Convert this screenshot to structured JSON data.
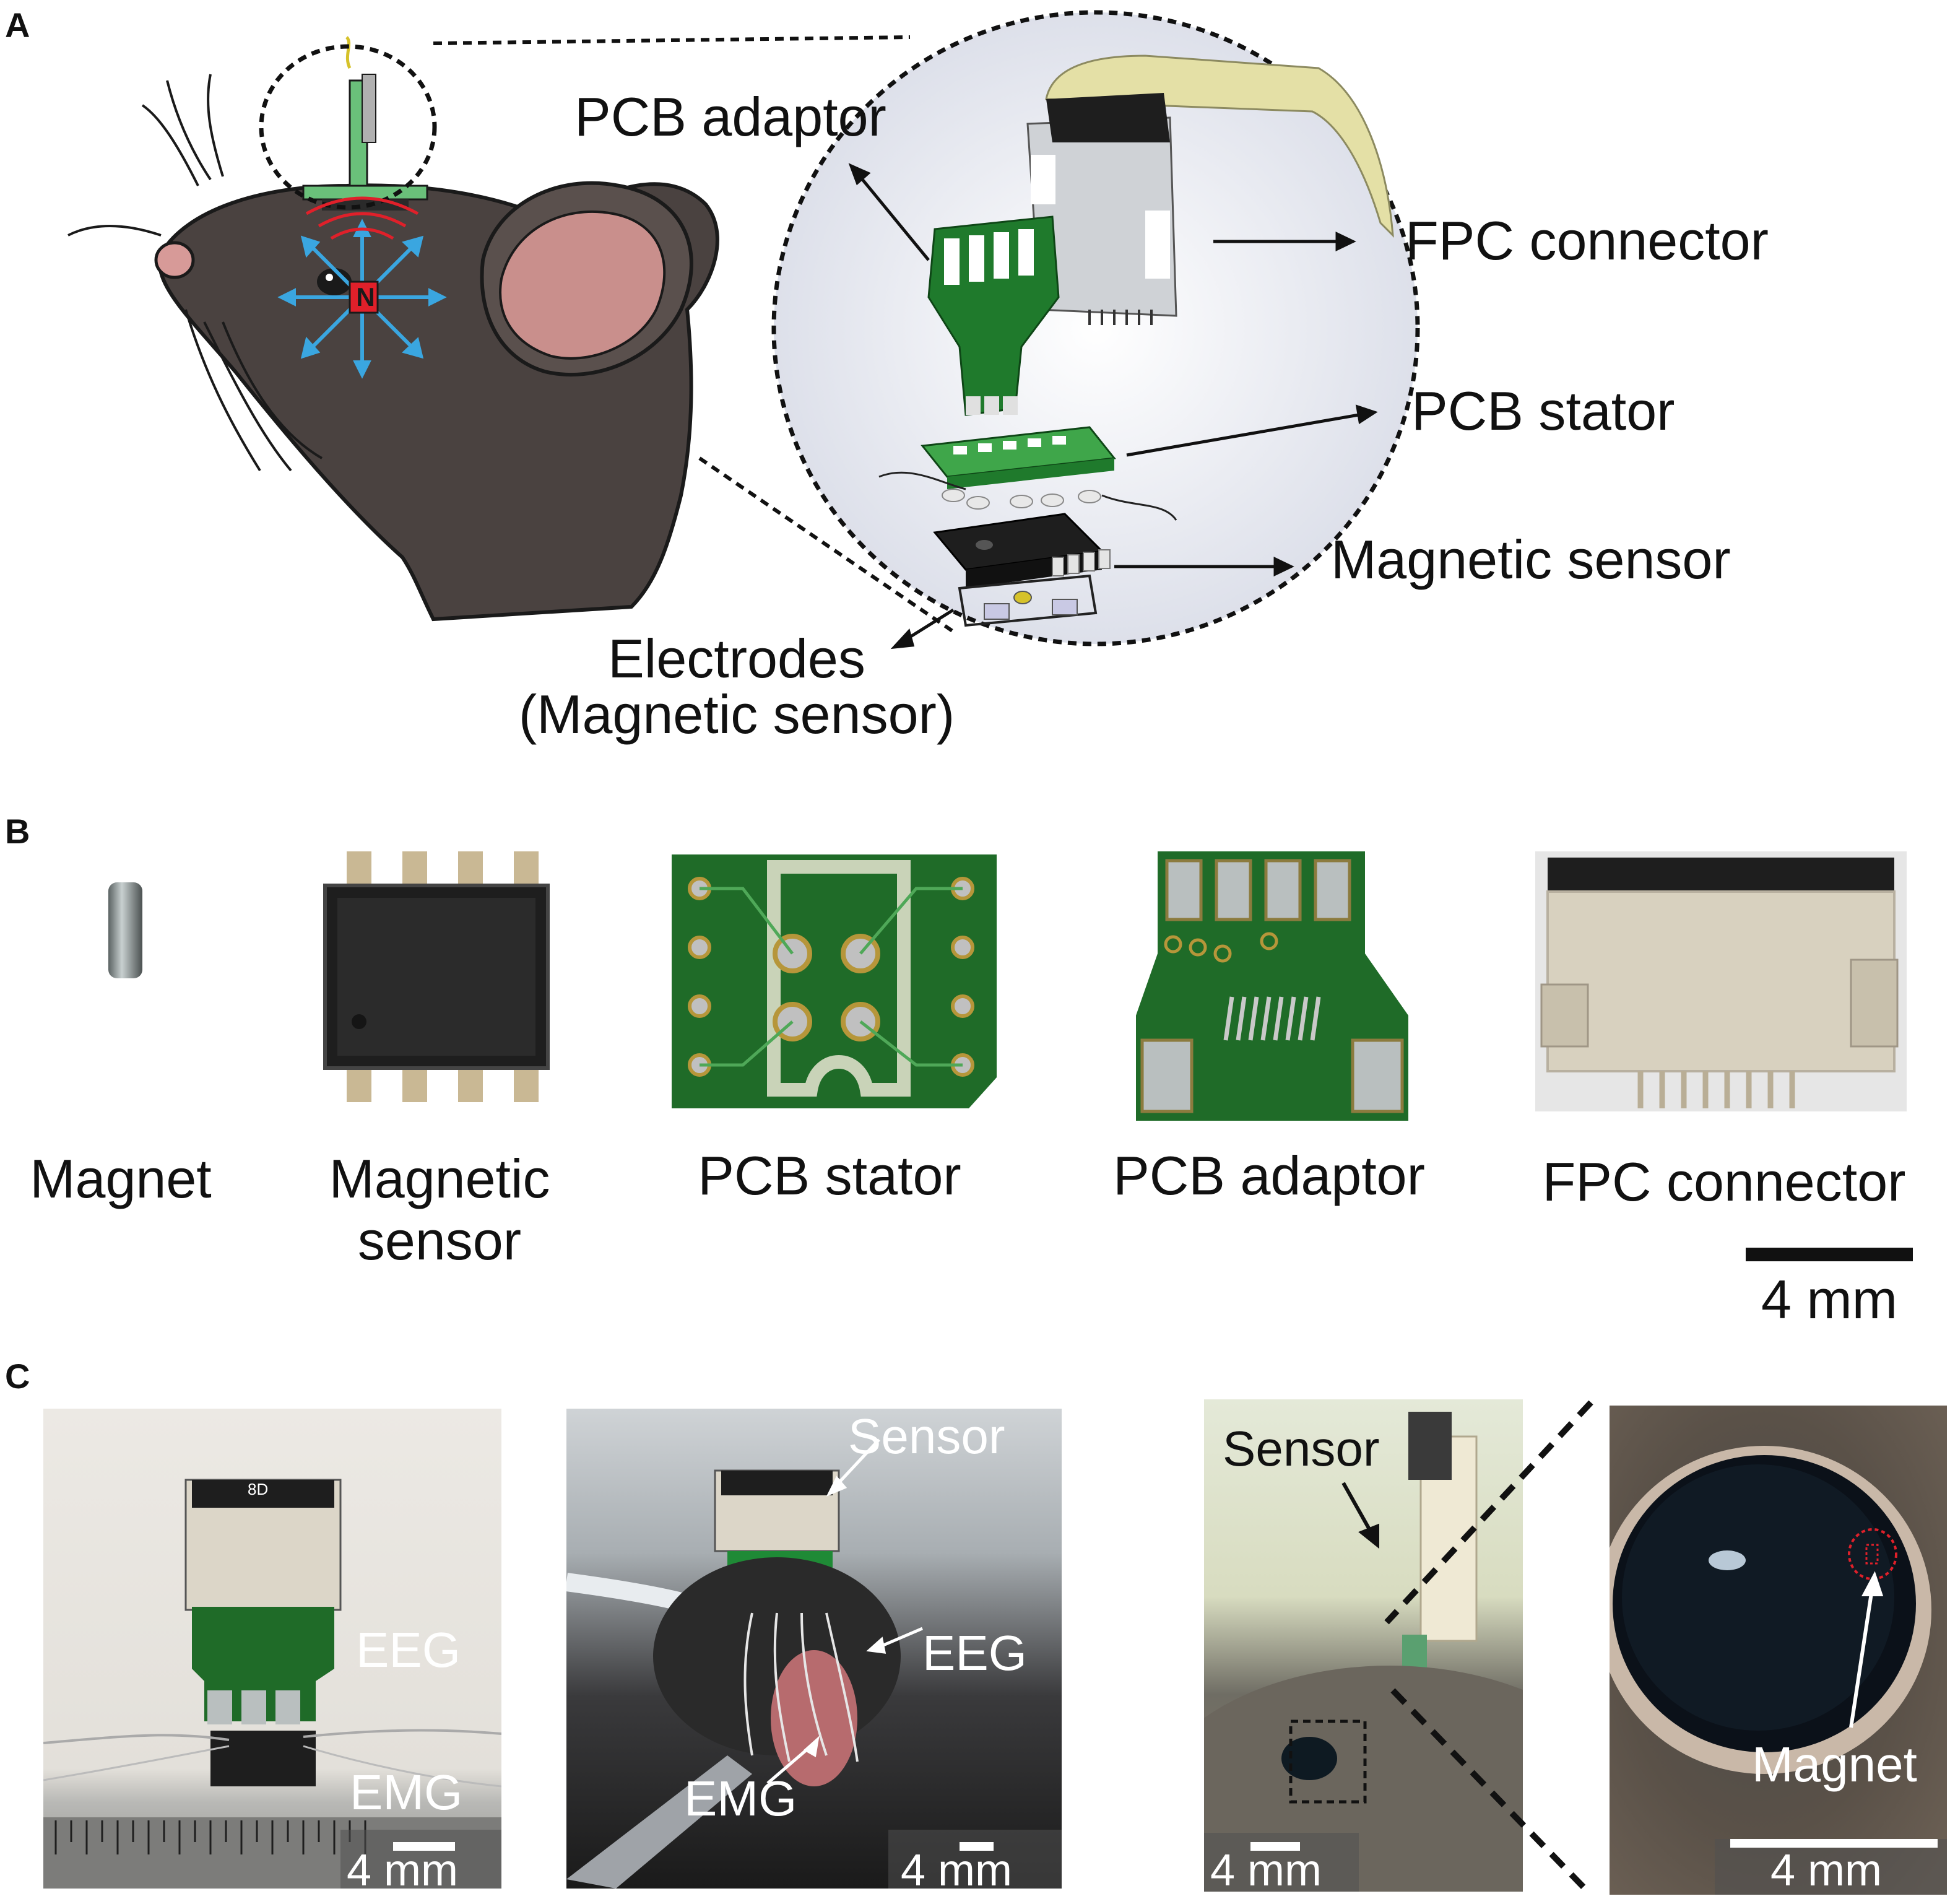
{
  "panels": {
    "a": {
      "letter": "A",
      "mouse_marker": "N",
      "labels": {
        "pcb_adaptor": "PCB adaptor",
        "fpc_connector": "FPC connector",
        "pcb_stator": "PCB stator",
        "magnetic_sensor": "Magnetic sensor",
        "electrodes_line1": "Electrodes",
        "electrodes_line2": "(Magnetic sensor)"
      }
    },
    "b": {
      "letter": "B",
      "components": [
        {
          "label_line1": "Magnet",
          "label_line2": ""
        },
        {
          "label_line1": "Magnetic",
          "label_line2": "sensor"
        },
        {
          "label_line1": "PCB stator",
          "label_line2": ""
        },
        {
          "label_line1": "PCB adaptor",
          "label_line2": ""
        },
        {
          "label_line1": "FPC connector",
          "label_line2": ""
        }
      ],
      "scale_bar": "4 mm"
    },
    "c": {
      "letter": "C",
      "photo1": {
        "eeg": "EEG",
        "emg": "EMG",
        "scale": "4 mm",
        "ruler_marking": "8D"
      },
      "photo2": {
        "sensor": "Sensor",
        "eeg": "EEG",
        "emg": "EMG",
        "scale": "4 mm"
      },
      "photo3": {
        "sensor": "Sensor",
        "scale": "4 mm"
      },
      "photo4": {
        "magnet": "Magnet",
        "scale": "4 mm"
      }
    }
  },
  "colors": {
    "mouse_fur": "#4a4240",
    "pcb_green": "#1f7a2c",
    "pcb_light": "#3fa64a",
    "arrow_blue": "#3aa6e0",
    "marker_red": "#e0202a",
    "sensor_black": "#222222",
    "connector_beige": "#d8d1bf"
  }
}
